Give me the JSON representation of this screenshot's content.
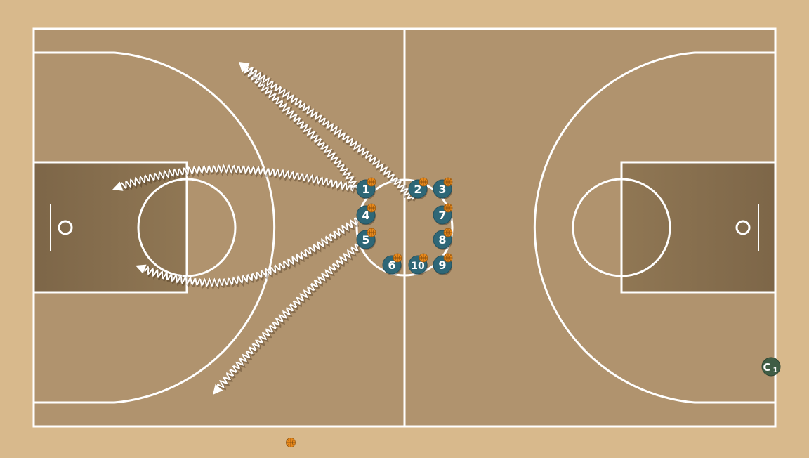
{
  "diagram": {
    "players": [
      {
        "label": "1",
        "has_ball": true
      },
      {
        "label": "2",
        "has_ball": true
      },
      {
        "label": "3",
        "has_ball": true
      },
      {
        "label": "4",
        "has_ball": true
      },
      {
        "label": "5",
        "has_ball": true
      },
      {
        "label": "6",
        "has_ball": true
      },
      {
        "label": "7",
        "has_ball": true
      },
      {
        "label": "8",
        "has_ball": true
      },
      {
        "label": "9",
        "has_ball": true
      },
      {
        "label": "10",
        "has_ball": true
      }
    ],
    "coach": {
      "label": "C",
      "subscript": "1"
    },
    "drills": [
      {
        "from_player": "1",
        "type": "dribble"
      },
      {
        "from_player": "1",
        "type": "dribble"
      },
      {
        "from_player": "4",
        "type": "dribble"
      },
      {
        "from_player": "5",
        "type": "dribble"
      },
      {
        "from_player": "2",
        "type": "dribble"
      }
    ],
    "loose_balls": 1,
    "colors": {
      "floor": "#d8b98c",
      "court": "#b0936e",
      "paint": "#88704f",
      "lines": "#ffffff",
      "player": "#2e6777",
      "coach": "#3f5d45",
      "ball": "#e8891b"
    }
  }
}
